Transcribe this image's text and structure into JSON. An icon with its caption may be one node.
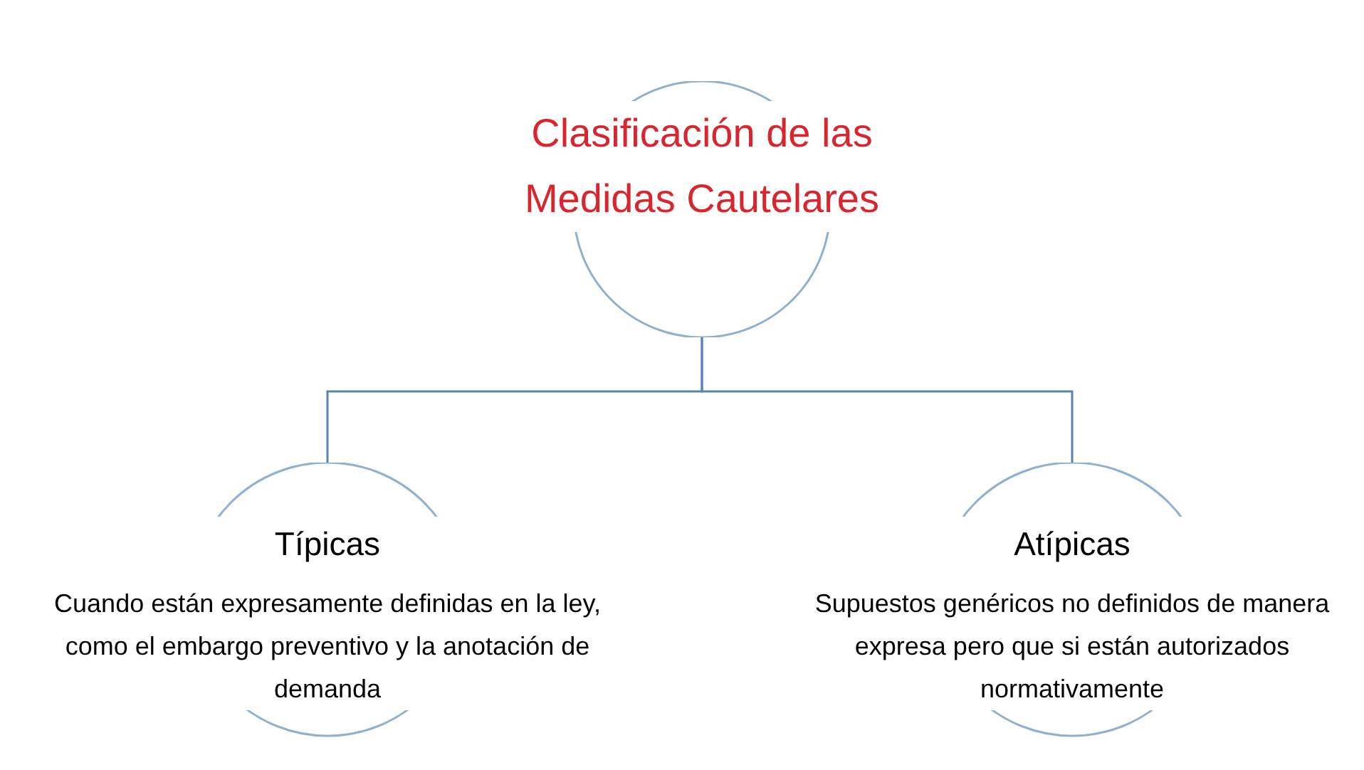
{
  "diagram": {
    "nodes": [
      {
        "text": [
          "Clasificación de las Medidas Cautelares"
        ]
      },
      {
        "text": [
          "Típicas",
          "Cuando están expresamente definidas en la ley, como el embargo preventivo y la anotación de demanda"
        ]
      },
      {
        "text": [
          "Atípicas",
          "Supuestos genéricos no definidos de manera expresa pero que si están autorizados normativamente"
        ]
      }
    ],
    "edges": [
      {
        "from": 0,
        "to": 1,
        "arrow": "none"
      },
      {
        "from": 0,
        "to": 2,
        "arrow": "none"
      }
    ]
  }
}
